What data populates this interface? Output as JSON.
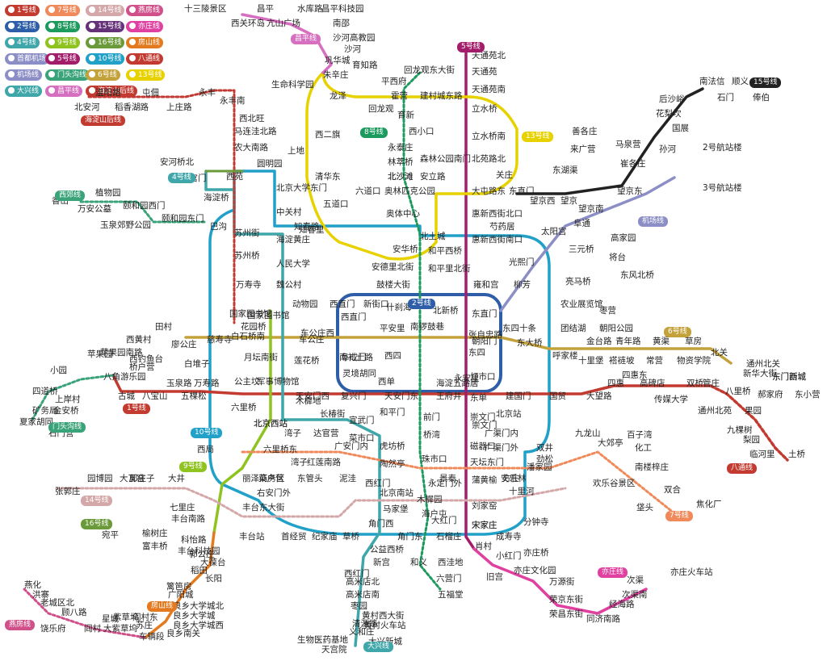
{
  "legend": [
    {
      "label": "1号线",
      "color": "#c23a30"
    },
    {
      "label": "7号线",
      "color": "#f08a5a"
    },
    {
      "label": "14号线",
      "color": "#d4a7a8"
    },
    {
      "label": "燕房线",
      "color": "#d0508a"
    },
    {
      "label": "2号线",
      "color": "#2e5ea7"
    },
    {
      "label": "8号线",
      "color": "#1d9b5f"
    },
    {
      "label": "15号线",
      "color": "#653279"
    },
    {
      "label": "亦庄线",
      "color": "#e040a0"
    },
    {
      "label": "4号线",
      "color": "#3fa6a9"
    },
    {
      "label": "9号线",
      "color": "#8fc31f"
    },
    {
      "label": "16号线",
      "color": "#6b9a3a"
    },
    {
      "label": "房山线",
      "color": "#e37a1f"
    },
    {
      "label": "首都机场",
      "color": "#8c8ec6"
    },
    {
      "label": "5号线",
      "color": "#a31e6a"
    },
    {
      "label": "10号线",
      "color": "#21a0c8"
    },
    {
      "label": "八通线",
      "color": "#c23a30"
    },
    {
      "label": "机场线",
      "color": "#8c8ec6"
    },
    {
      "label": "门头沟线",
      "color": "#3aa37a"
    },
    {
      "label": "6号线",
      "color": "#c4a23b"
    },
    {
      "label": "13号线",
      "color": "#e7d200"
    },
    {
      "label": "大兴线",
      "color": "#3fa6a9"
    },
    {
      "label": "昌平线",
      "color": "#d66fbf"
    },
    {
      "label": "海淀山后线",
      "color": "#c23a30"
    }
  ],
  "line_badges": [
    {
      "label": "海淀山后线",
      "color": "#c23a30"
    },
    {
      "label": "昌平线",
      "color": "#d66fbf"
    },
    {
      "label": "5号线",
      "color": "#a31e6a"
    },
    {
      "label": "15号线",
      "color": "#222222"
    },
    {
      "label": "8号线",
      "color": "#1d9b5f"
    },
    {
      "label": "13号线",
      "color": "#e7d200"
    },
    {
      "label": "4号线",
      "color": "#3fa6a9"
    },
    {
      "label": "西郊线",
      "color": "#3aa37a"
    },
    {
      "label": "机场线",
      "color": "#8c8ec6"
    },
    {
      "label": "2号线",
      "color": "#2e5ea7"
    },
    {
      "label": "6号线",
      "color": "#c4a23b"
    },
    {
      "label": "1号线",
      "color": "#c23a30"
    },
    {
      "label": "八通线",
      "color": "#c23a30"
    },
    {
      "label": "门头沟线",
      "color": "#3aa37a"
    },
    {
      "label": "10号线",
      "color": "#21a0c8"
    },
    {
      "label": "9号线",
      "color": "#8fc31f"
    },
    {
      "label": "14号线",
      "color": "#d4a7a8"
    },
    {
      "label": "16号线",
      "color": "#6b9a3a"
    },
    {
      "label": "7号线",
      "color": "#f08a5a"
    },
    {
      "label": "房山线",
      "color": "#e37a1f"
    },
    {
      "label": "亦庄线",
      "color": "#e040a0"
    },
    {
      "label": "大兴线",
      "color": "#3fa6a9"
    },
    {
      "label": "燕房线",
      "color": "#d0508a"
    }
  ],
  "stations": [
    "十三陵景区",
    "昌平",
    "水库路",
    "昌平科技园",
    "西关环岛",
    "亢山广场",
    "南邵",
    "沙河高教园",
    "沙河",
    "巩华城",
    "育知路",
    "朱辛庄",
    "平西府",
    "回龙观东大街",
    "生命科学园",
    "龙泽",
    "回龙观",
    "霍营",
    "建村城东路",
    "育新",
    "西小口",
    "永泰庄",
    "林萃桥",
    "森林公园南门",
    "奥林匹克公园",
    "奥体中心",
    "北土城",
    "安华桥",
    "安德里北街",
    "鼓楼大街",
    "什刹海",
    "南锣鼓巷",
    "北新桥",
    "东四",
    "东四十条",
    "朝阳门",
    "东大桥",
    "呼家楼",
    "金台路",
    "十里堡",
    "青年路",
    "褡裢坡",
    "黄渠",
    "常营",
    "草房",
    "物资学院",
    "北关",
    "通州北关",
    "新华大街",
    "东门西城",
    "东门新城",
    "郝家府",
    "东小营",
    "天通苑北",
    "天通苑",
    "天通苑南",
    "立水桥",
    "立水桥南",
    "北苑路北",
    "大屯路东",
    "惠新西街北口",
    "惠新西街南口",
    "和平西桥",
    "和平里北街",
    "雍和宫",
    "东直门",
    "张自忠路",
    "灯市口",
    "东单",
    "崇文门",
    "磁器口",
    "天坛东门",
    "蒲黄榆",
    "刘家窑",
    "宋家庄",
    "温阳路",
    "屯佃",
    "永丰",
    "永丰南",
    "北安河",
    "稻香湖路",
    "上庄路",
    "西北旺",
    "马连洼北路",
    "农大南路",
    "圆明园",
    "北宫门",
    "西苑",
    "安河桥北",
    "海淀桥",
    "北京大学东门",
    "清华东",
    "中关村",
    "上地",
    "西二旗",
    "五道口",
    "知春路",
    "知春里",
    "海淀黄庄",
    "人民大学",
    "魏公村",
    "国家图书馆",
    "动物园",
    "西直门",
    "新街口",
    "平安里",
    "西四",
    "灵境胡同",
    "西单",
    "宣武门",
    "菜市口",
    "陶然亭",
    "北京南站",
    "马家堡",
    "角门西",
    "公益西桥",
    "新宫",
    "西红门",
    "高米店北",
    "高米店南",
    "枣园",
    "清源路",
    "黄村西大街",
    "黄村火车站",
    "义和庄",
    "生物医药基地",
    "天宫院",
    "大兴新城",
    "香山",
    "植物园",
    "万安公墓",
    "玉泉郊野公园",
    "颐和园西门",
    "颐和园东门",
    "巴沟",
    "苏州街",
    "苏州桥",
    "万寿寺",
    "白石桥南",
    "花园桥",
    "慈寿寺",
    "车公庄",
    "车公庄西",
    "阜成门",
    "复兴门",
    "长椿街",
    "和平门",
    "前门",
    "崇文门",
    "北京站",
    "建国门",
    "永安里",
    "国贸",
    "大望路",
    "四惠",
    "四惠东",
    "高碑店",
    "传媒大学",
    "双桥",
    "管庄",
    "八里桥",
    "通州北苑",
    "果园",
    "九棵树",
    "梨园",
    "临河里",
    "土桥",
    "苹果园",
    "古城",
    "八角游乐园",
    "八宝山",
    "玉泉路",
    "五棵松",
    "万寿路",
    "公主坟",
    "军事博物馆",
    "木樨地",
    "南礼士路",
    "天安门西",
    "天安门东",
    "王府井",
    "海淀五路居",
    "田村",
    "廖公庄",
    "西黄村",
    "西钓鱼台",
    "白堆子",
    "月坛南街",
    "莲花桥",
    "六里桥",
    "西局",
    "丽泽商务区",
    "菜户营",
    "东管头",
    "右安门外",
    "泥洼",
    "丰台东大街",
    "七里庄",
    "大井",
    "郭庄子",
    "大瓦窑",
    "园博园",
    "张郭庄",
    "丰台南路",
    "丰台站",
    "首经贸",
    "纪家庙",
    "草桥",
    "角门东",
    "大红门",
    "石榴庄",
    "宋家庄",
    "成寿寺",
    "分钟寺",
    "十里河",
    "潘家园",
    "劲松",
    "双井",
    "广渠门外",
    "广渠门内",
    "九龙山",
    "大郊亭",
    "百子湾",
    "化工",
    "南楼梓庄",
    "欢乐谷景区",
    "垡头",
    "双合",
    "焦化厂",
    "珠市口",
    "桥湾",
    "虎坊桥",
    "达官营",
    "广安门内",
    "湾子",
    "六里桥东",
    "北京西站",
    "西红门",
    "木樨园",
    "海户屯",
    "永定门外",
    "景泰",
    "安乐林",
    "方庄",
    "北京西站",
    "湾子",
    "红莲南路",
    "夏家胡同",
    "石门营",
    "小园",
    "四道桥",
    "上岸村",
    "金安桥",
    "苹果园南路",
    "桥户营",
    "矿务局",
    "稻田",
    "长阳",
    "篱笆房",
    "广阳城",
    "良乡大学城北",
    "良乡大学城",
    "良乡大学城西",
    "良乡南关",
    "苏庄",
    "大葆台",
    "郭公庄",
    "科怡路",
    "丰台科技园",
    "榆树庄",
    "宛平",
    "富丰桥",
    "燕化",
    "洪寨",
    "老城区北",
    "顾八路",
    "饶乐府",
    "阎村",
    "大紫草坞",
    "紫草坞",
    "星城",
    "阎村东",
    "车辆段",
    "南法信",
    "顺义",
    "石门",
    "俸伯",
    "后沙峪",
    "花梨坎",
    "国展",
    "马泉营",
    "孙河",
    "崔各庄",
    "望京东",
    "望京",
    "望京西",
    "关庄",
    "北沙滩",
    "六道口",
    "安立路",
    "2号航站楼",
    "3号航站楼",
    "东直门",
    "三元桥",
    "太阳宫",
    "芍药居",
    "光熙门",
    "柳芳",
    "亮马桥",
    "农业展览馆",
    "团结湖",
    "朝阳公园",
    "枣营",
    "东风北桥",
    "将台",
    "高家园",
    "望京南",
    "阜通",
    "来广营",
    "善各庄",
    "东湖渠",
    "北沙滩",
    "亦庄桥",
    "亦庄文化园",
    "万源街",
    "荣京东街",
    "荣昌东街",
    "同济南路",
    "经海路",
    "次渠南",
    "次渠",
    "亦庄火车站",
    "旧宫",
    "小红门",
    "肖村",
    "西直门",
    "国家图书馆",
    "六营门",
    "五福堂",
    "和义",
    "西洼地"
  ]
}
